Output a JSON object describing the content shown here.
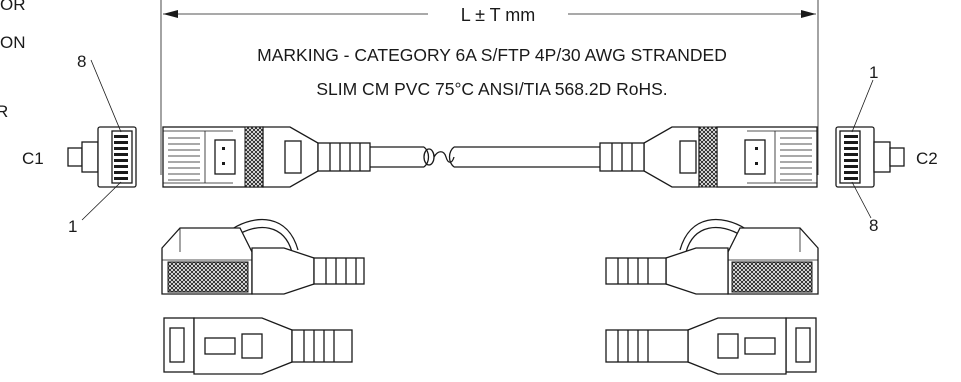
{
  "left_notes": [
    "OR",
    "ON",
    "R"
  ],
  "dimension": {
    "label": "L ± T mm"
  },
  "marking": {
    "line1": "MARKING - CATEGORY 6A S/FTP 4P/30 AWG STRANDED",
    "line2": "SLIM CM PVC 75°C ANSI/TIA 568.2D RoHS."
  },
  "connectors": {
    "left": {
      "name": "C1",
      "pin_top": "8",
      "pin_bottom": "1"
    },
    "right": {
      "name": "C2",
      "pin_top": "1",
      "pin_bottom": "8"
    }
  },
  "colors": {
    "line": "#1a1a1a",
    "hatch_fill": "#9a9a9a",
    "background": "#ffffff"
  }
}
